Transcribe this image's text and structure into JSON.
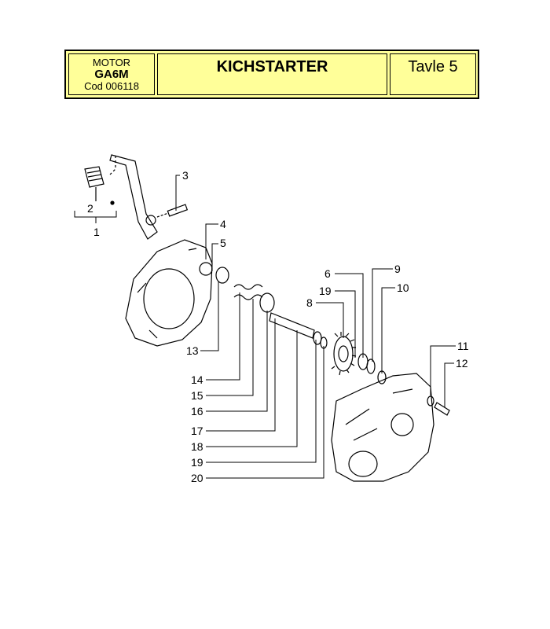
{
  "header": {
    "engine_label": "MOTOR",
    "engine_model": "GA6M",
    "engine_code": "Cod 006118",
    "title": "KICHSTARTER",
    "plate": "Tavle 5"
  },
  "callouts": [
    "1",
    "2",
    "3",
    "4",
    "5",
    "6",
    "8",
    "9",
    "10",
    "11",
    "12",
    "13",
    "14",
    "15",
    "16",
    "17",
    "18",
    "19",
    "19",
    "20"
  ]
}
